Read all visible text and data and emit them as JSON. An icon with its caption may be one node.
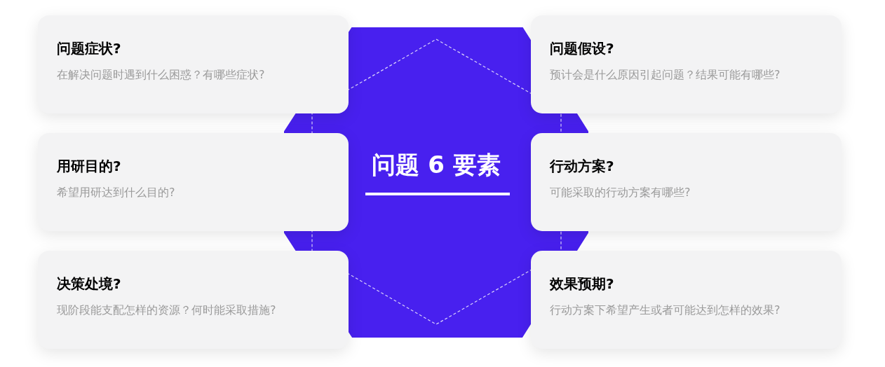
{
  "diagram": {
    "nodes": [
      {
        "text": [
          "问题 6 要素"
        ]
      },
      {
        "text": [
          "问题症状?",
          "在解决问题时遇到什么困惑？有哪些症状?"
        ]
      },
      {
        "text": [
          "问题假设?",
          "预计会是什么原因引起问题？结果可能有哪些?"
        ]
      },
      {
        "text": [
          "用研目的?",
          "希望用研达到什么目的?"
        ]
      },
      {
        "text": [
          "行动方案?",
          "可能采取的行动方案有哪些?"
        ]
      },
      {
        "text": [
          "决策处境?",
          "现阶段能支配怎样的资源？何时能采取措施?"
        ]
      },
      {
        "text": [
          "效果预期?",
          "行动方案下希望产生或者可能达到怎样的效果?"
        ]
      }
    ],
    "edges": []
  }
}
